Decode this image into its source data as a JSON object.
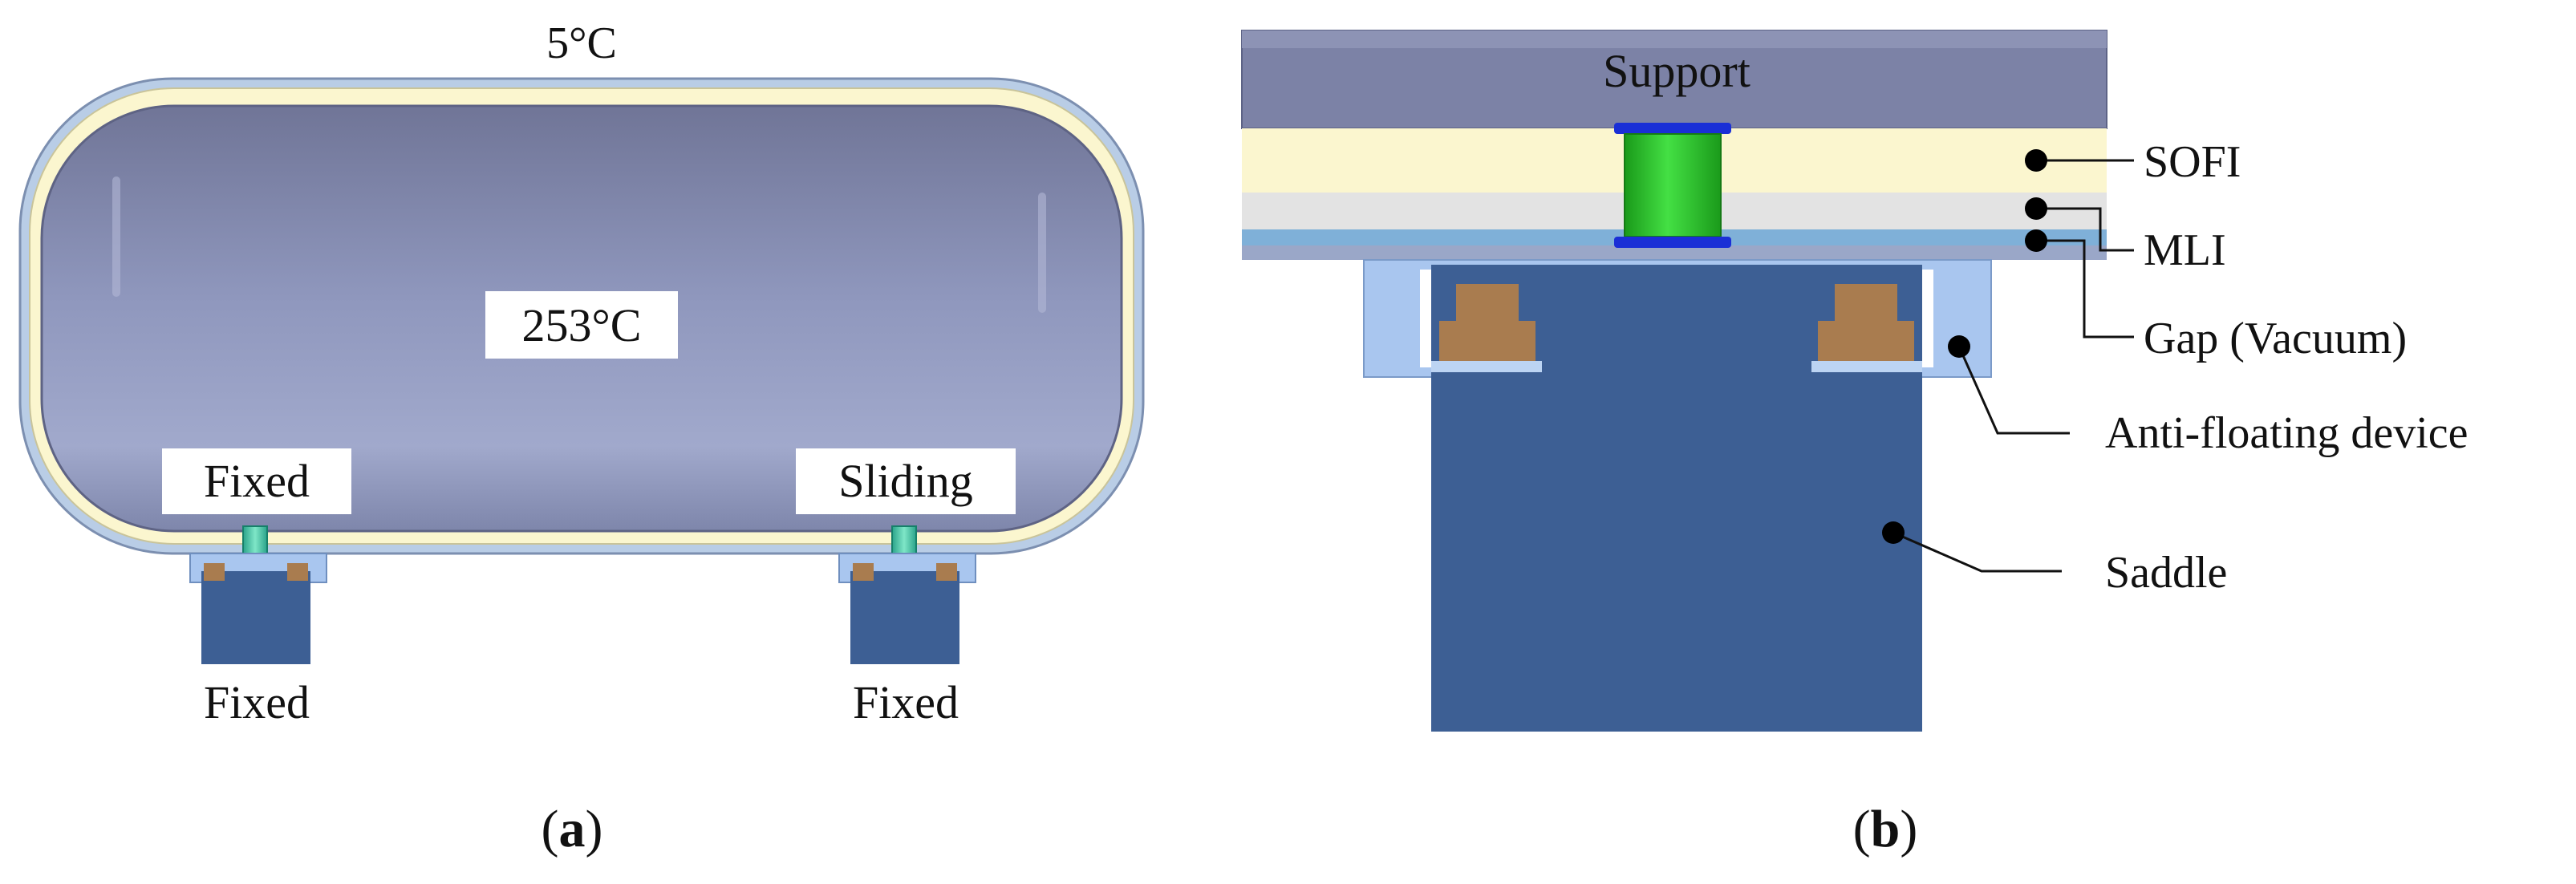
{
  "panel_a": {
    "caption_open": "(",
    "caption_letter": "a",
    "caption_close": ")",
    "outer_temperature": "5°C",
    "inner_temperature": "253°C",
    "left_support_label": "Fixed",
    "right_support_label": "Sliding",
    "left_saddle_label": "Fixed",
    "right_saddle_label": "Fixed"
  },
  "panel_b": {
    "caption_open": "(",
    "caption_letter": "b",
    "caption_close": ")",
    "support_label": "Support",
    "sofi_label": "SOFI",
    "mli_label": "MLI",
    "gap_label": "Gap (Vacuum)",
    "anti_floating_label": "Anti-floating device",
    "saddle_label": "Saddle"
  },
  "colors": {
    "vessel_steel": "#8a91b8",
    "sofi_insulation": "#fbf6cf",
    "outer_shell": "#b9cde6",
    "saddle": "#3d5f94",
    "anti_floating_device": "#a9c6ef",
    "pad": "#a97c4f",
    "support_green": "#2fcf2f",
    "support_flange": "#1a2fd6",
    "mli": "#e3e3e3",
    "gap": "#7fb0d8"
  }
}
